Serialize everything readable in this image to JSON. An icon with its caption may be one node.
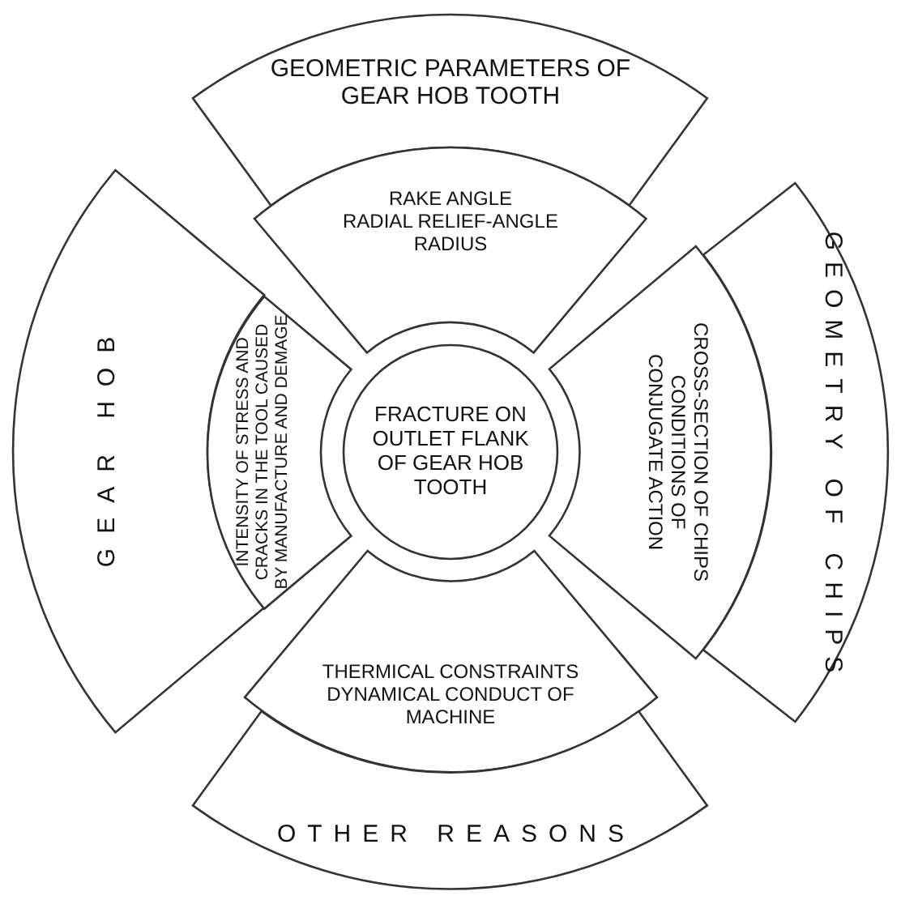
{
  "diagram": {
    "nodes": [
      {
        "text": [
          "GEOMETRIC PARAMETERS OF GEAR HOB TOOTH"
        ]
      },
      {
        "text": [
          "RAKE ANGLE",
          "RADIAL RELIEF-ANGLE",
          "RADIUS"
        ]
      },
      {
        "text": [
          "GEAR HOB"
        ]
      },
      {
        "text": [
          "INTENSITY OF STRESS AND CRACKS IN THE TOOL CAUSED BY MANUFACTURE AND DEMAGE"
        ]
      },
      {
        "text": [
          "FRACTURE ON OUTLET FLANK OF GEAR HOB TOOTH"
        ]
      },
      {
        "text": [
          "CROSS-SECTION OF CHIPS",
          "CONDITIONS OF CONJUGATE ACTION"
        ]
      },
      {
        "text": [
          "GEOMETRY OF CHIPS"
        ]
      },
      {
        "text": [
          "THERMICAL CONSTRAINTS",
          "DYNAMICAL CONDUCT OF MACHINE"
        ]
      },
      {
        "text": [
          "OTHER REASONS"
        ]
      }
    ]
  }
}
